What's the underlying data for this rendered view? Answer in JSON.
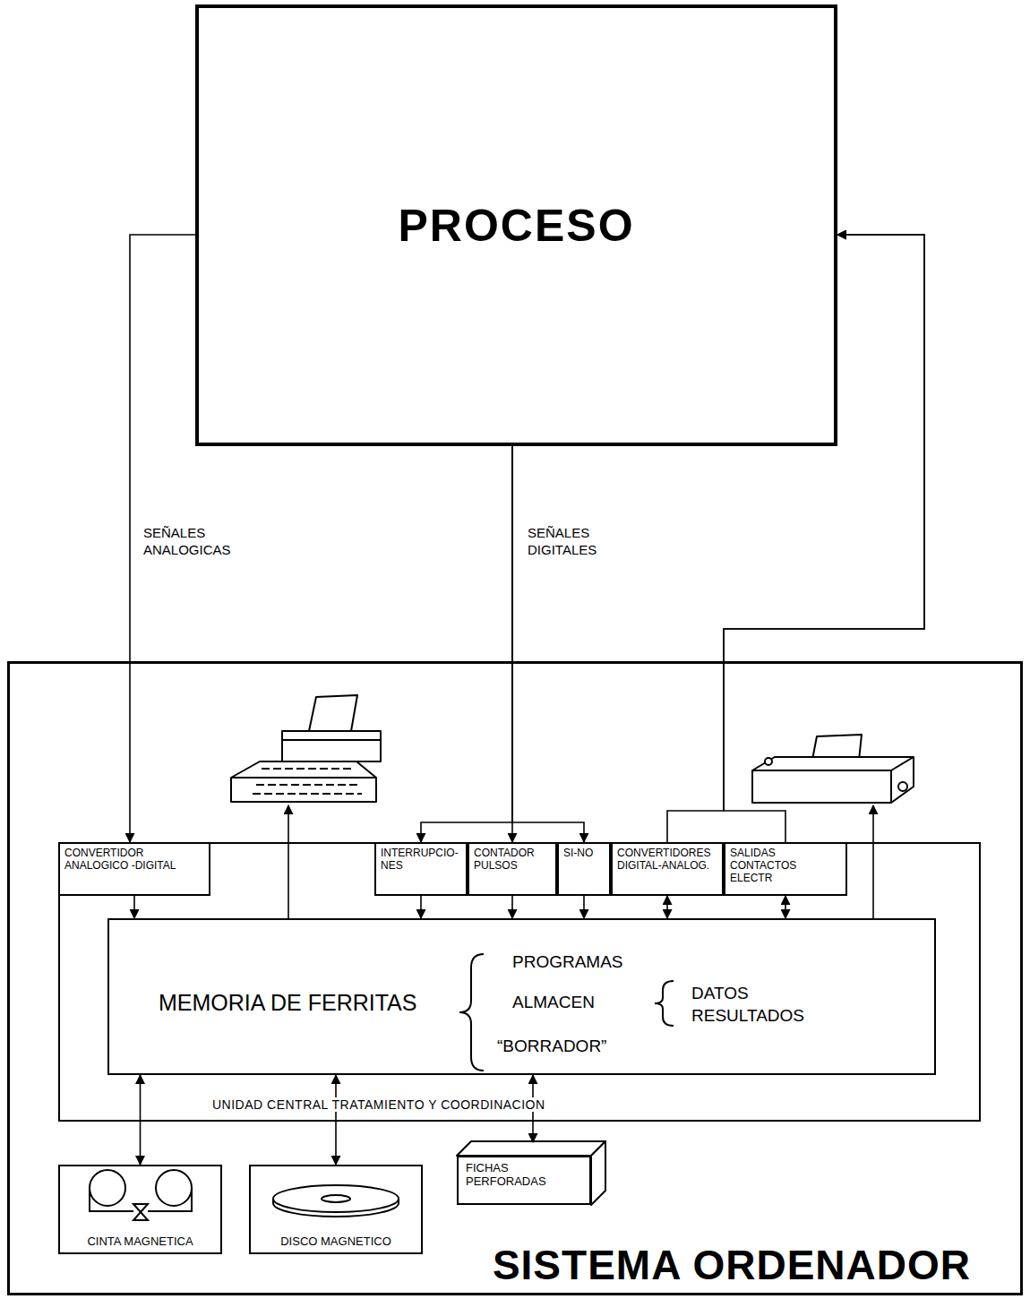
{
  "diagram": {
    "nodes": [
      {
        "text": [
          "PROCESO"
        ]
      },
      {
        "text": [
          "SISTEMA ORDENADOR"
        ]
      },
      {
        "text": [
          "UNIDAD CENTRAL TRATAMIENTO Y COORDINACION"
        ],
        "in": 1
      },
      {
        "text": [
          "CONVERTIDOR ANALOGICO -DIGITAL"
        ],
        "in": 2
      },
      {
        "text": [
          "INTERRUPCIO- NES"
        ],
        "in": 2
      },
      {
        "text": [
          "CONTADOR PULSOS"
        ],
        "in": 2
      },
      {
        "text": [
          "SI-NO"
        ],
        "in": 2
      },
      {
        "text": [
          "CONVERTIDORES DIGITAL-ANALOG."
        ],
        "in": 2
      },
      {
        "text": [
          "SALIDAS CONTACTOS ELECTR"
        ],
        "in": 2
      },
      {
        "text": [
          "MEMORIA DE FERRITAS",
          "PROGRAMAS",
          "ALMACEN",
          "“BORRADOR”",
          "DATOS RESULTADOS"
        ],
        "in": 2
      },
      {
        "text": [
          "CINTA MAGNETICA"
        ],
        "in": 1
      },
      {
        "text": [
          "DISCO MAGNETICO"
        ],
        "in": 1
      },
      {
        "text": [
          "FICHAS PERFORADAS"
        ],
        "in": 1
      }
    ],
    "edges": [
      {
        "from": 0,
        "to": 3,
        "label": "SEÑALES ANALOGICAS",
        "arrow": "to"
      },
      {
        "from": 0,
        "to": 4,
        "arrow": "to"
      },
      {
        "from": 0,
        "to": 5,
        "label": "SEÑALES DIGITALES",
        "arrow": "to"
      },
      {
        "from": 0,
        "to": 6,
        "arrow": "to"
      },
      {
        "from": 3,
        "to": 9,
        "arrow": "to"
      },
      {
        "from": 4,
        "to": 9,
        "arrow": "to"
      },
      {
        "from": 5,
        "to": 9,
        "arrow": "to"
      },
      {
        "from": 6,
        "to": 9,
        "arrow": "to"
      },
      {
        "from": 9,
        "to": 7,
        "arrow": "both"
      },
      {
        "from": 9,
        "to": 8,
        "arrow": "both"
      },
      {
        "from": 7,
        "to": 0,
        "arrow": "to"
      },
      {
        "from": 8,
        "to": 0,
        "arrow": "to"
      },
      {
        "from": 9,
        "to": 10,
        "arrow": "both"
      },
      {
        "from": 9,
        "to": 11,
        "arrow": "both"
      },
      {
        "from": 9,
        "to": 12,
        "arrow": "both"
      }
    ]
  }
}
